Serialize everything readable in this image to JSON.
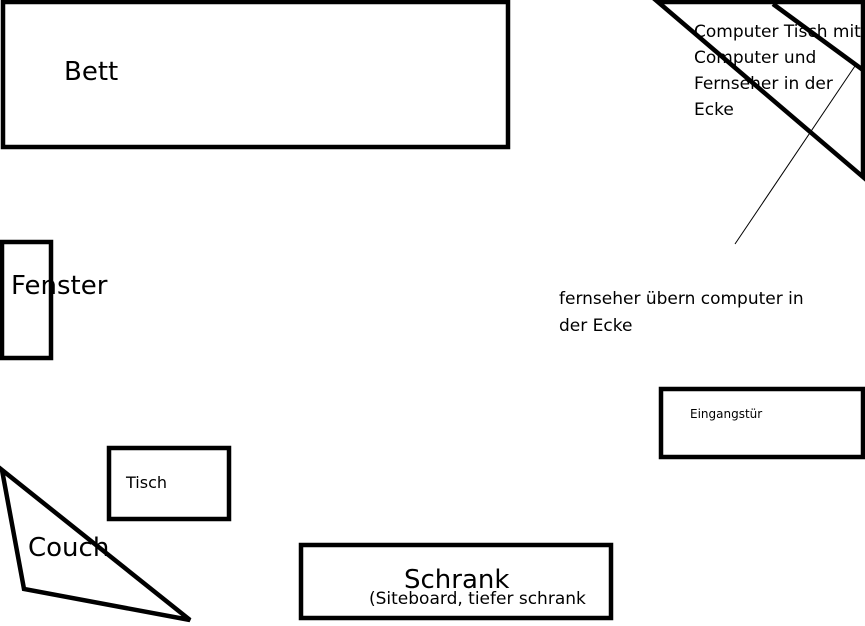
{
  "labels": {
    "bett": "Bett",
    "fenster": "Fenster",
    "tisch": "Tisch",
    "couch": "Couch",
    "schrank": "Schrank",
    "schrank_note": "(Siteboard, tiefer schrank",
    "eingangstuer": "Eingangstür",
    "corner_desk": [
      "Computer Tisch mit",
      "Computer und",
      "Fernseher in der",
      "Ecke"
    ],
    "tv_note": [
      "fernseher übern computer in",
      "der Ecke"
    ]
  },
  "colors": {
    "stroke": "#000000",
    "background": "#ffffff"
  }
}
